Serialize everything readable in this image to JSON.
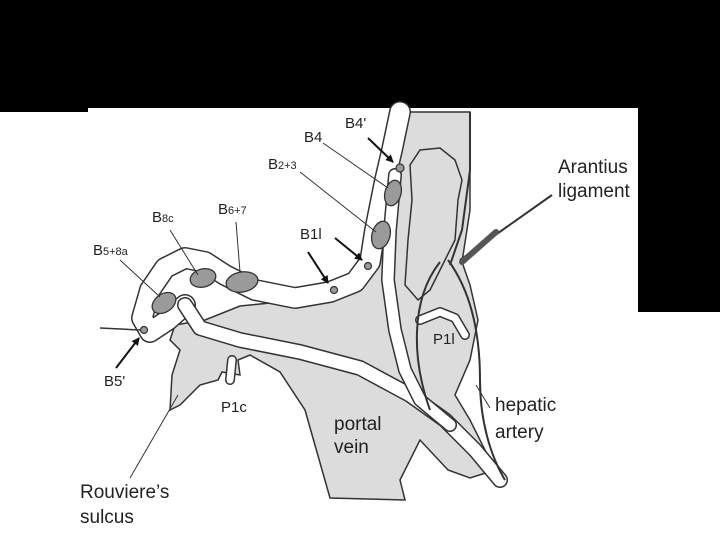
{
  "labels": {
    "b4prime": "B4'",
    "b4": "B4",
    "b2_3_base": "B",
    "b2_3_sub": "2+3",
    "b8c_base": "B",
    "b8c_sub": "8c",
    "b6_7_base": "B",
    "b6_7_sub": "6+7",
    "b1l": "B1l",
    "b5_8a_base": "B",
    "b5_8a_sub": "5+8a",
    "b5prime": "B5'",
    "p1l": "P1l",
    "p1c": "P1c",
    "portal_vein_1": "portal",
    "portal_vein_2": "vein",
    "hepatic_artery_1": "hepatic",
    "hepatic_artery_2": "artery",
    "arantius_1": "Arantius",
    "arantius_2": "ligament",
    "rouviere_1": "Rouviere’s",
    "rouviere_2": "sulcus"
  },
  "colors": {
    "background": "#ffffff",
    "band": "#000000",
    "liver_fill": "#dcdcdc",
    "duct_fill": "#ffffff",
    "outline": "#333333",
    "ellipse_fill": "#9a9a9a",
    "text": "#222222"
  }
}
